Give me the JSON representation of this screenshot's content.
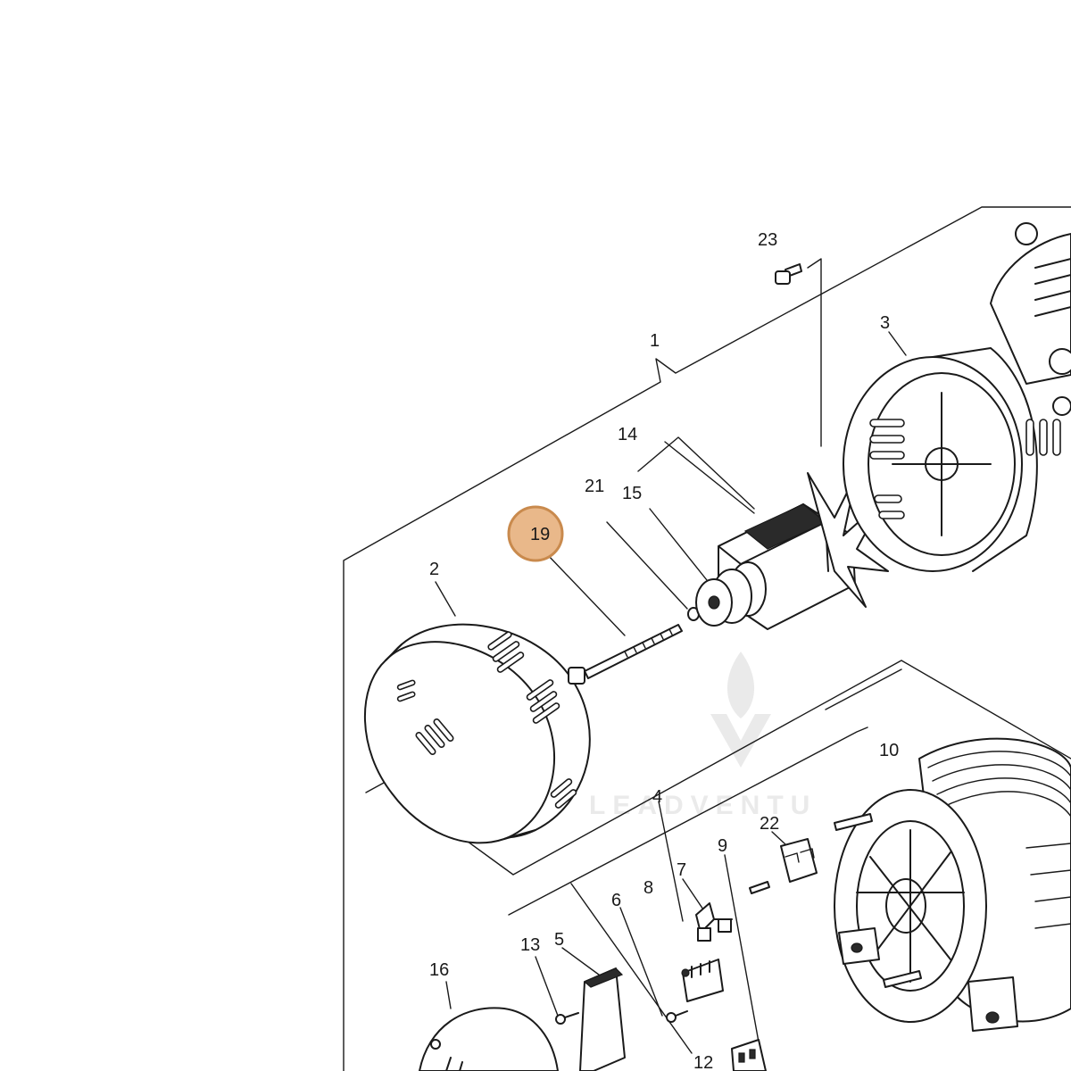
{
  "diagram": {
    "callouts": {
      "c1": "1",
      "c2": "2",
      "c3": "3",
      "c4": "4",
      "c5": "5",
      "c6": "6",
      "c7": "7",
      "c8": "8",
      "c9": "9",
      "c10": "10",
      "c12": "12",
      "c13": "13",
      "c14": "14",
      "c15": "15",
      "c16": "16",
      "c19": "19",
      "c21": "21",
      "c22": "22",
      "c23": "23"
    },
    "highlighted_callout": "19",
    "watermark": "LEADVENTU",
    "colors": {
      "line": "#1a1a1a",
      "highlight_fill": "#e9b88a",
      "highlight_stroke": "#c98a4d",
      "watermark": "#d9d9d9"
    }
  }
}
